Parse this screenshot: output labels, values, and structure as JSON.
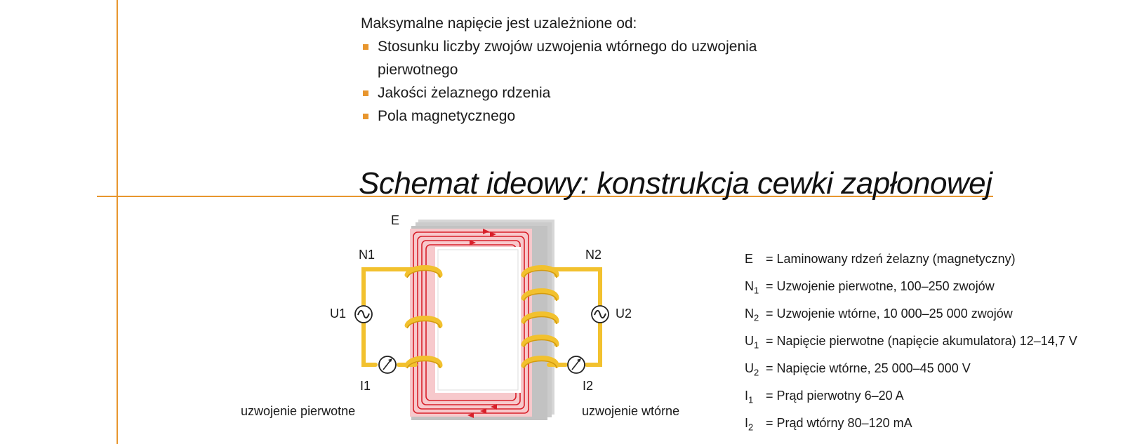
{
  "intro": {
    "heading": "Maksymalne napięcie jest uzależnione od:",
    "items": [
      "Stosunku liczby zwojów uzwojenia wtórnego do uzwojenia pierwotnego",
      "Jakości żelaznego rdzenia",
      "Pola magnetycznego"
    ]
  },
  "title": "Schemat ideowy: konstrukcja cewki zapłonowej",
  "diagram": {
    "core_label": "E",
    "n1_label": "N1",
    "n2_label": "N2",
    "u1_label": "U1",
    "u2_label": "U2",
    "i1_label": "I1",
    "i2_label": "I2",
    "primary_caption": "uzwojenie pierwotne",
    "secondary_caption": "uzwojenie wtórne",
    "colors": {
      "coil": "#f2c12e",
      "core": "#c9c9c9",
      "flux": "#d8202a",
      "core_inner": "#f7c9cc"
    }
  },
  "legend": [
    {
      "sym": "E",
      "sub": "",
      "text": "= Laminowany rdzeń żelazny (magnetyczny)"
    },
    {
      "sym": "N",
      "sub": "1",
      "text": "= Uzwojenie pierwotne, 100–250 zwojów"
    },
    {
      "sym": "N",
      "sub": "2",
      "text": "= Uzwojenie wtórne, 10 000–25 000 zwojów"
    },
    {
      "sym": "U",
      "sub": "1",
      "text": "= Napięcie pierwotne (napięcie akumulatora) 12–14,7 V"
    },
    {
      "sym": "U",
      "sub": "2",
      "text": "= Napięcie wtórne, 25 000–45 000 V"
    },
    {
      "sym": "I",
      "sub": "1",
      "text": "= Prąd pierwotny 6–20 A"
    },
    {
      "sym": "I",
      "sub": "2",
      "text": "= Prąd wtórny 80–120 mA"
    }
  ]
}
